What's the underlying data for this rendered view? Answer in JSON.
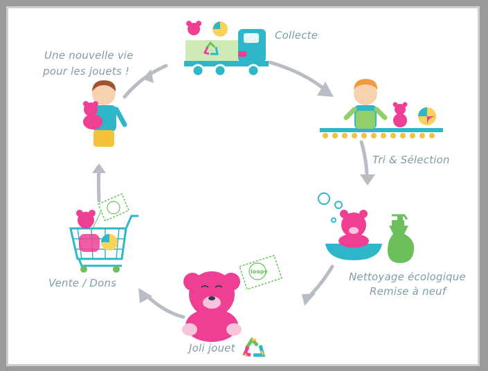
{
  "steps": {
    "collecte": "Collecte",
    "tri": "Tri & Sélection",
    "nettoyage_line1": "Nettoyage écologique",
    "nettoyage_line2": "Remise à neuf",
    "joli_jouet": "Joli jouet",
    "vente": "Vente / Dons",
    "nouvelle_line1": "Une nouvelle vie",
    "nouvelle_line2": "pour les jouets !"
  },
  "tags": {
    "brand": "loopy"
  },
  "icons": [
    "recycle-icon",
    "truck-icon",
    "teddy-bear-icon",
    "shopping-cart-icon",
    "spray-bottle-icon",
    "child-icon",
    "beach-ball-icon",
    "price-tag-icon",
    "conveyor-belt-icon",
    "wash-basin-icon"
  ],
  "colors": {
    "pink": "#ef3f95",
    "teal": "#2fb6c9",
    "green": "#6cbf5a",
    "arrow": "#b8bcc4",
    "text": "#7f9ca8"
  }
}
